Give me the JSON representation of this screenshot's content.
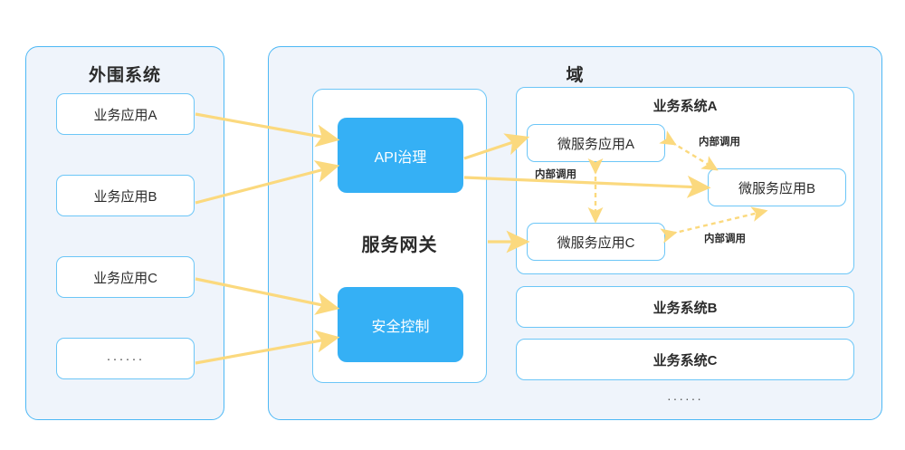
{
  "colors": {
    "zone_bg": "#eff4fb",
    "zone_border": "#4db8f5",
    "card_border": "#6cc6f7",
    "accent_blue": "#35b0f5",
    "arrow_yellow": "#fbd97e",
    "text": "#2b2b2b"
  },
  "zones": {
    "external": {
      "title": "外围系统",
      "apps": [
        {
          "label": "业务应用A"
        },
        {
          "label": "业务应用B"
        },
        {
          "label": "业务应用C"
        },
        {
          "label": "······"
        }
      ]
    },
    "domain": {
      "title": "域",
      "gateway": {
        "label": "服务网关",
        "blocks": [
          {
            "label": "API治理"
          },
          {
            "label": "安全控制"
          }
        ]
      },
      "business_system_a": {
        "title": "业务系统A",
        "services": [
          {
            "label": "微服务应用A"
          },
          {
            "label": "微服务应用B"
          },
          {
            "label": "微服务应用C"
          }
        ]
      },
      "other_systems": [
        {
          "label": "业务系统B"
        },
        {
          "label": "业务系统C"
        }
      ],
      "ellipsis": "······"
    }
  },
  "arrow_labels": {
    "internal_call_ab": "内部调用",
    "internal_call_ac": "内部调用",
    "internal_call_cb": "内部调用"
  }
}
